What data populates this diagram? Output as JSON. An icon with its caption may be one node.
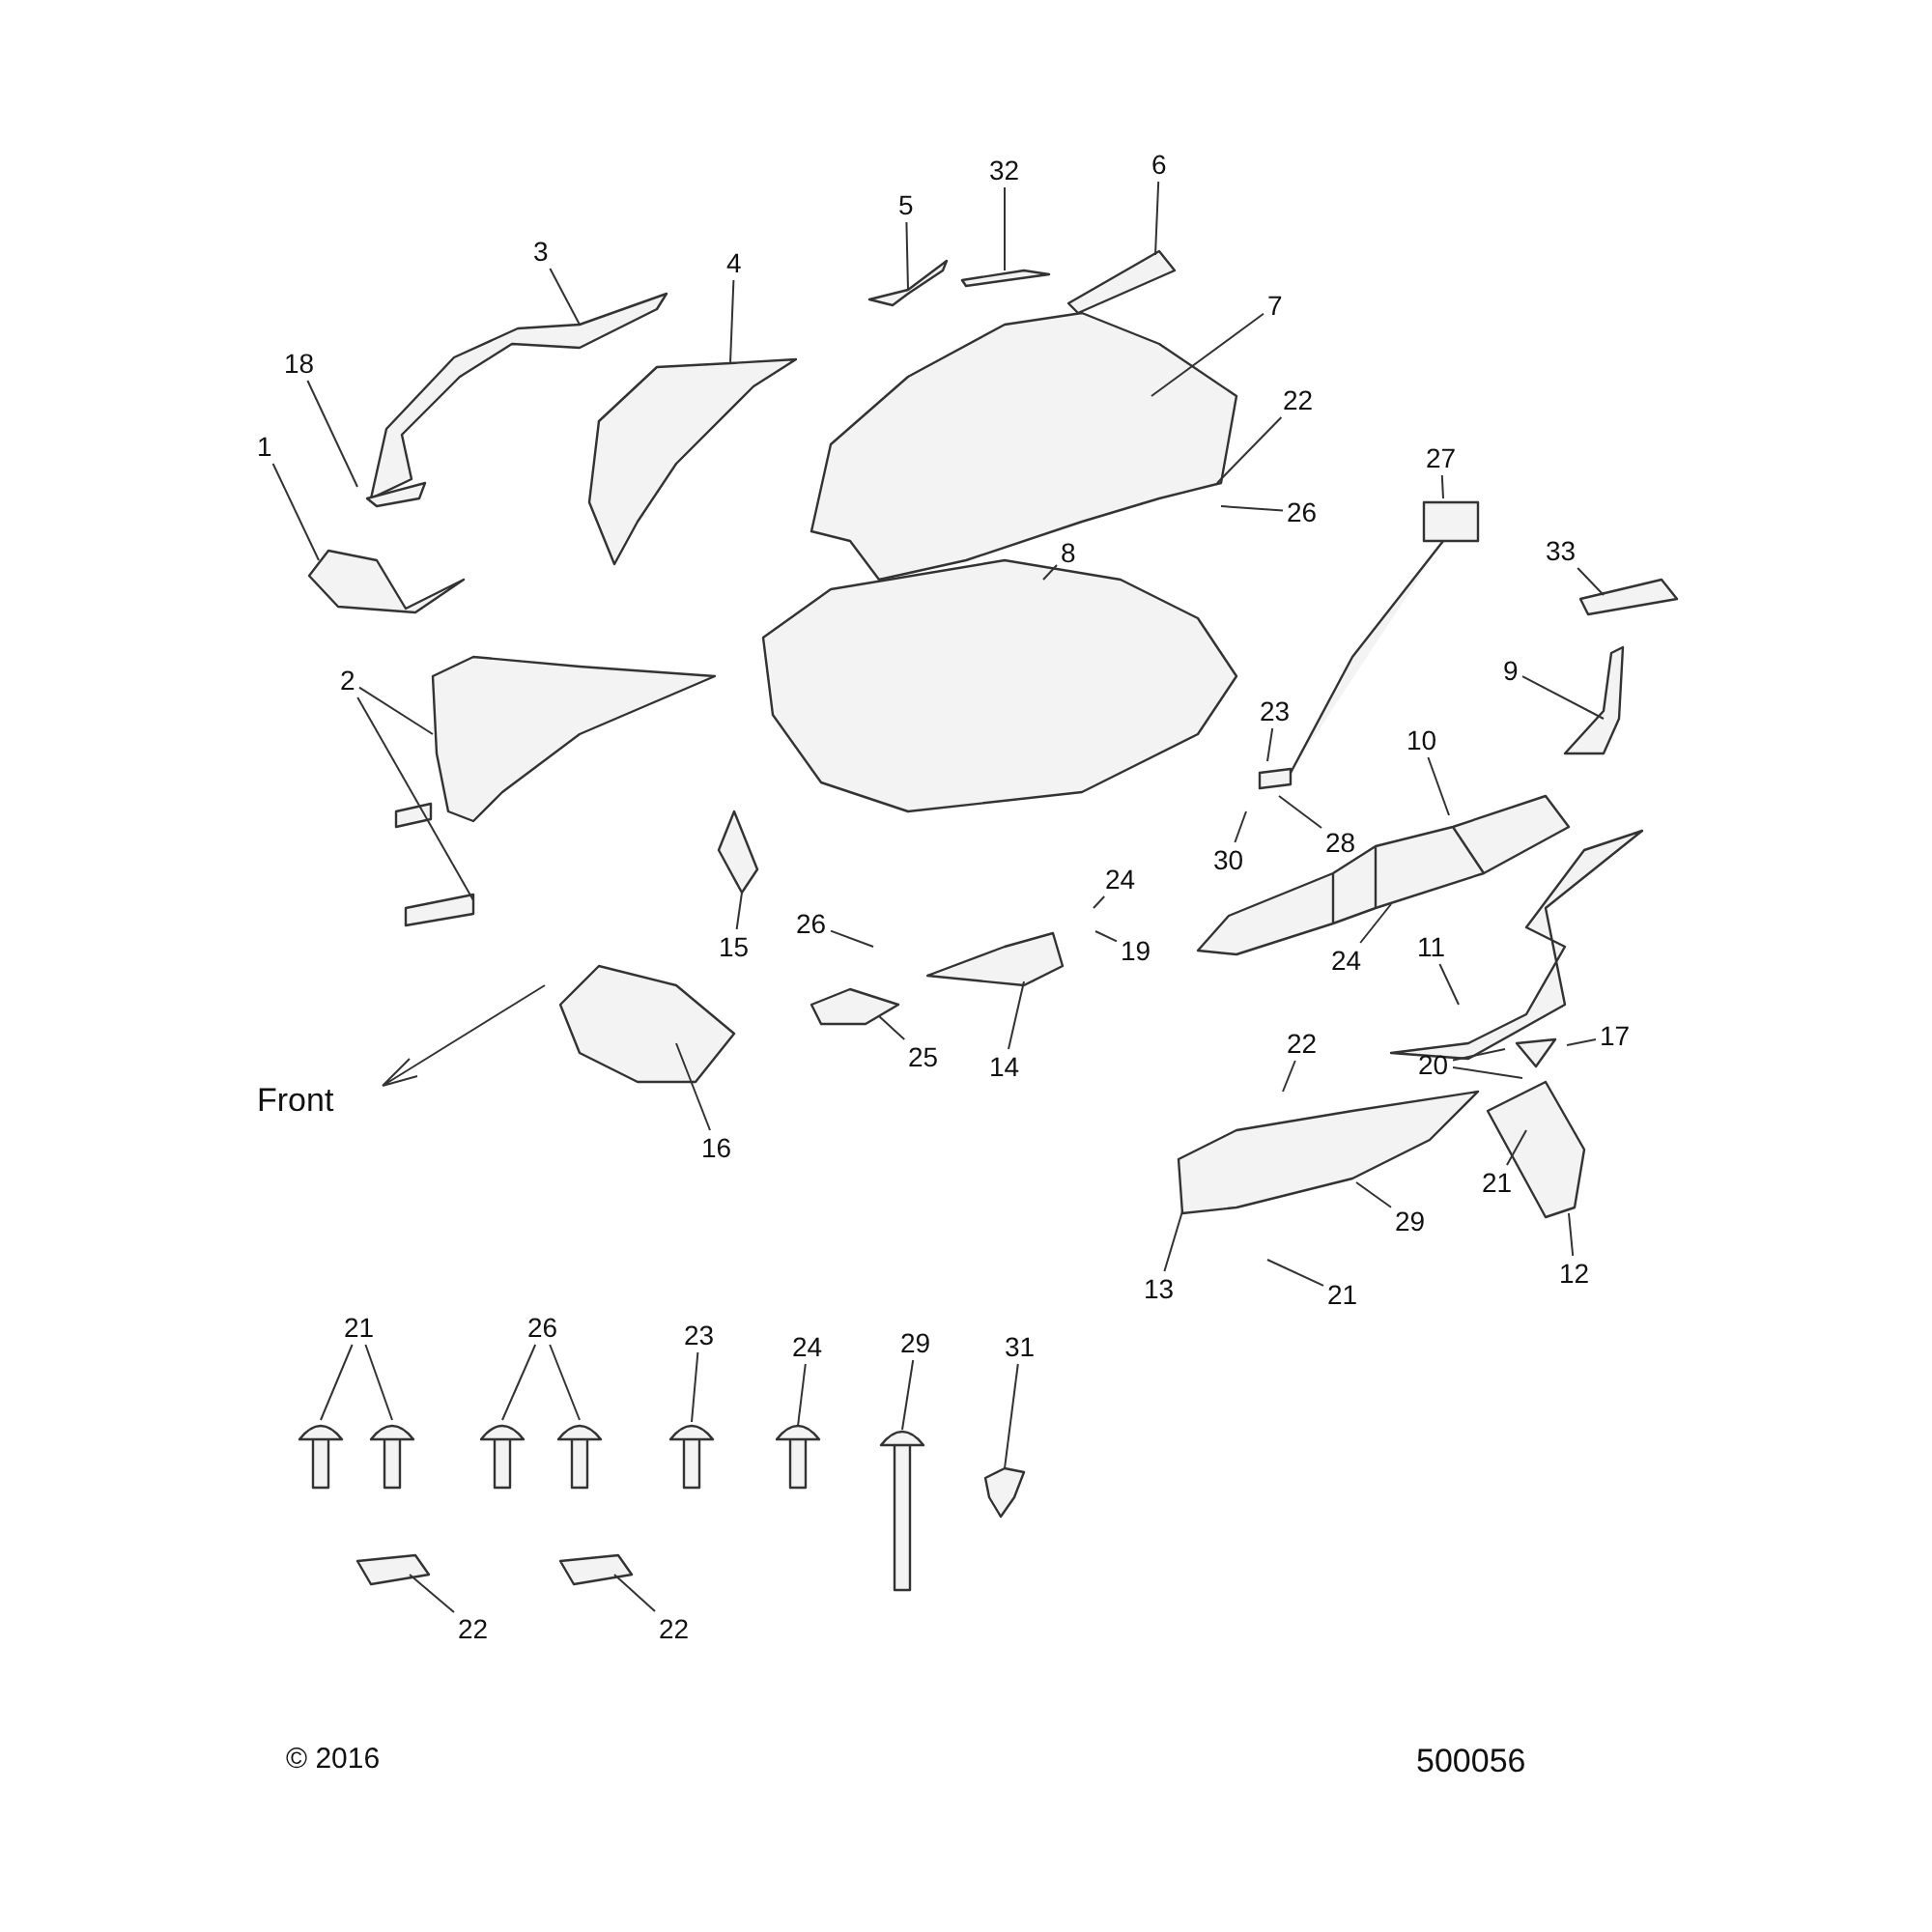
{
  "diagram": {
    "nodes": [
      {
        "text": [
          "3"
        ]
      },
      {
        "text": [
          "4"
        ]
      },
      {
        "text": [
          "5"
        ]
      },
      {
        "text": [
          "32"
        ]
      },
      {
        "text": [
          "6"
        ]
      },
      {
        "text": [
          "7"
        ]
      },
      {
        "text": [
          "18"
        ]
      },
      {
        "text": [
          "1"
        ]
      },
      {
        "text": [
          "22"
        ]
      },
      {
        "text": [
          "26"
        ]
      },
      {
        "text": [
          "27"
        ]
      },
      {
        "text": [
          "33"
        ]
      },
      {
        "text": [
          "8"
        ]
      },
      {
        "text": [
          "2"
        ]
      },
      {
        "text": [
          "9"
        ]
      },
      {
        "text": [
          "23"
        ]
      },
      {
        "text": [
          "10"
        ]
      },
      {
        "text": [
          "28"
        ]
      },
      {
        "text": [
          "30"
        ]
      },
      {
        "text": [
          "24"
        ]
      },
      {
        "text": [
          "26"
        ]
      },
      {
        "text": [
          "15"
        ]
      },
      {
        "text": [
          "19"
        ]
      },
      {
        "text": [
          "24"
        ]
      },
      {
        "text": [
          "11"
        ]
      },
      {
        "text": [
          "25"
        ]
      },
      {
        "text": [
          "14"
        ]
      },
      {
        "text": [
          "17"
        ]
      },
      {
        "text": [
          "20"
        ]
      },
      {
        "text": [
          "22"
        ]
      },
      {
        "text": [
          "16"
        ]
      },
      {
        "text": [
          "21"
        ]
      },
      {
        "text": [
          "29"
        ]
      },
      {
        "text": [
          "13"
        ]
      },
      {
        "text": [
          "21"
        ]
      },
      {
        "text": [
          "12"
        ]
      },
      {
        "text": [
          "21"
        ]
      },
      {
        "text": [
          "26"
        ]
      },
      {
        "text": [
          "23"
        ]
      },
      {
        "text": [
          "24"
        ]
      },
      {
        "text": [
          "29"
        ]
      },
      {
        "text": [
          "31"
        ]
      },
      {
        "text": [
          "22"
        ]
      },
      {
        "text": [
          "22"
        ]
      }
    ],
    "edges": [
      {
        "from": 0,
        "to": null,
        "arrow": "none"
      },
      {
        "from": 1,
        "to": null,
        "arrow": "none"
      },
      {
        "from": 2,
        "to": null,
        "arrow": "none"
      },
      {
        "from": 3,
        "to": null,
        "arrow": "none"
      },
      {
        "from": 4,
        "to": null,
        "arrow": "none"
      },
      {
        "from": 5,
        "to": null,
        "arrow": "none"
      },
      {
        "from": 6,
        "to": null,
        "arrow": "none"
      },
      {
        "from": 7,
        "to": null,
        "arrow": "none"
      },
      {
        "from": 8,
        "to": null,
        "arrow": "none"
      },
      {
        "from": 9,
        "to": null,
        "arrow": "none"
      },
      {
        "from": 10,
        "to": null,
        "arrow": "none"
      },
      {
        "from": 11,
        "to": null,
        "arrow": "none"
      },
      {
        "from": 12,
        "to": null,
        "arrow": "none"
      },
      {
        "from": 13,
        "to": null,
        "arrow": "none"
      },
      {
        "from": 13,
        "to": null,
        "arrow": "none"
      },
      {
        "from": 14,
        "to": null,
        "arrow": "none"
      },
      {
        "from": 15,
        "to": null,
        "arrow": "none"
      },
      {
        "from": 16,
        "to": null,
        "arrow": "none"
      },
      {
        "from": 17,
        "to": null,
        "arrow": "none"
      },
      {
        "from": 18,
        "to": null,
        "arrow": "none"
      },
      {
        "from": 19,
        "to": null,
        "arrow": "none"
      },
      {
        "from": 20,
        "to": null,
        "arrow": "none"
      },
      {
        "from": 21,
        "to": null,
        "arrow": "none"
      },
      {
        "from": 22,
        "to": null,
        "arrow": "none"
      },
      {
        "from": 23,
        "to": null,
        "arrow": "none"
      },
      {
        "from": 24,
        "to": null,
        "arrow": "none"
      },
      {
        "from": 25,
        "to": null,
        "arrow": "none"
      },
      {
        "from": 26,
        "to": null,
        "arrow": "none"
      },
      {
        "from": 27,
        "to": null,
        "arrow": "none"
      },
      {
        "from": 28,
        "to": null,
        "arrow": "none"
      },
      {
        "from": 28,
        "to": null,
        "arrow": "none"
      },
      {
        "from": 29,
        "to": null,
        "arrow": "none"
      },
      {
        "from": 30,
        "to": null,
        "arrow": "none"
      },
      {
        "from": 31,
        "to": null,
        "arrow": "none"
      },
      {
        "from": 32,
        "to": null,
        "arrow": "none"
      },
      {
        "from": 33,
        "to": null,
        "arrow": "none"
      },
      {
        "from": 34,
        "to": null,
        "arrow": "none"
      },
      {
        "from": 35,
        "to": null,
        "arrow": "none"
      },
      {
        "from": 36,
        "to": null,
        "arrow": "none"
      },
      {
        "from": 36,
        "to": null,
        "arrow": "none"
      },
      {
        "from": 37,
        "to": null,
        "arrow": "none"
      },
      {
        "from": 37,
        "to": null,
        "arrow": "none"
      },
      {
        "from": 38,
        "to": null,
        "arrow": "none"
      },
      {
        "from": 39,
        "to": null,
        "arrow": "none"
      },
      {
        "from": 40,
        "to": null,
        "arrow": "none"
      },
      {
        "from": 41,
        "to": null,
        "arrow": "none"
      },
      {
        "from": 42,
        "to": null,
        "arrow": "none"
      },
      {
        "from": 43,
        "to": null,
        "arrow": "none"
      }
    ],
    "labels": [
      "Front",
      "© 2016",
      "500056"
    ]
  }
}
